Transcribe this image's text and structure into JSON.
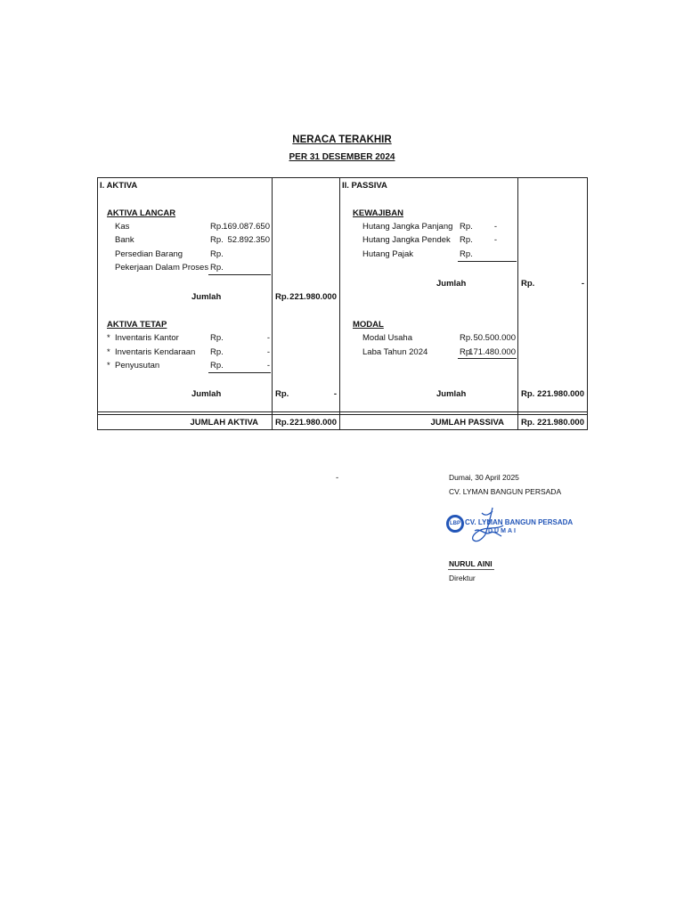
{
  "title": "NERACA TERAKHIR",
  "subtitle": "PER 31 DESEMBER 2024",
  "aktiva": {
    "header": "I.  AKTIVA",
    "lancar": {
      "heading": "AKTIVA LANCAR",
      "items": [
        {
          "label": "Kas",
          "rp": "Rp.",
          "value": "169.087.650"
        },
        {
          "label": "Bank",
          "rp": "Rp.",
          "value": "52.892.350"
        },
        {
          "label": "Persedian Barang",
          "rp": "Rp.",
          "value": ""
        },
        {
          "label": "Pekerjaan Dalam Proses",
          "rp": "Rp.",
          "value": ""
        }
      ],
      "jumlah_label": "Jumlah",
      "jumlah_rp": "Rp.",
      "jumlah_value": "221.980.000"
    },
    "tetap": {
      "heading": "AKTIVA TETAP",
      "items": [
        {
          "bullet": "*",
          "label": "Inventaris Kantor",
          "rp": "Rp.",
          "value": "-"
        },
        {
          "bullet": "*",
          "label": "Inventaris Kendaraan",
          "rp": "Rp.",
          "value": "-"
        },
        {
          "bullet": "*",
          "label": "Penyusutan",
          "rp": "Rp.",
          "value": "-"
        }
      ],
      "jumlah_label": "Jumlah",
      "jumlah_rp": "Rp.",
      "jumlah_value": "-"
    },
    "total_label": "JUMLAH AKTIVA",
    "total_rp": "Rp.",
    "total_value": "221.980.000"
  },
  "passiva": {
    "header": "II.  PASSIVA",
    "kewajiban": {
      "heading": "KEWAJIBAN",
      "items": [
        {
          "label": "Hutang Jangka Panjang",
          "rp": "Rp.",
          "value": "-"
        },
        {
          "label": "Hutang Jangka Pendek",
          "rp": "Rp.",
          "value": "-"
        },
        {
          "label": "Hutang Pajak",
          "rp": "Rp.",
          "value": ""
        }
      ],
      "jumlah_label": "Jumlah",
      "jumlah_rp": "Rp.",
      "jumlah_value": "-"
    },
    "modal": {
      "heading": "MODAL",
      "items": [
        {
          "label": "Modal Usaha",
          "rp": "Rp.",
          "value": "50.500.000"
        },
        {
          "label": "Laba Tahun 2024",
          "rp": "Rp.",
          "value": "171.480.000"
        }
      ],
      "jumlah_label": "Jumlah",
      "jumlah_rp": "Rp.",
      "jumlah_value": "221.980.000"
    },
    "total_label": "JUMLAH PASSIVA",
    "total_rp": "Rp.",
    "total_value": "221.980.000"
  },
  "stray_mark": "-",
  "signature": {
    "place_date": "Dumai, 30 April 2025",
    "company": "CV. LYMAN BANGUN PERSADA",
    "stamp_logo": "LBP",
    "stamp_text": "CV. LYMAN BANGUN PERSADA",
    "stamp_city": "DUMAI",
    "name": "NURUL AINI",
    "position": "Direktur"
  },
  "colors": {
    "stamp": "#2356b8"
  }
}
